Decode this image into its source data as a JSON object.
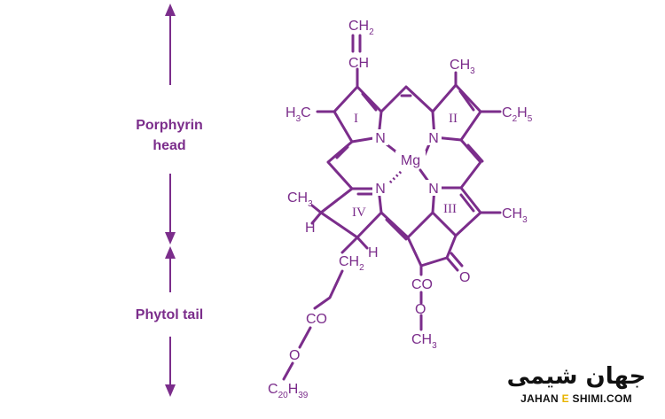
{
  "labels": {
    "porphyrin_line1": "Porphyrin",
    "porphyrin_line2": "head",
    "phytol": "Phytol tail"
  },
  "atoms": {
    "mg": "Mg",
    "n": "N",
    "ch": "CH",
    "c": "C",
    "h": "H",
    "o": "O",
    "co": "CO",
    "co_ester": "CO"
  },
  "subscripts": {
    "two": "2",
    "three": "3",
    "five": "5",
    "twenty": "20",
    "thirtynine": "39"
  },
  "rings": [
    "I",
    "II",
    "III",
    "IV"
  ],
  "logo": {
    "persian": "جهان شیمی",
    "latin_left": "JAHAN",
    "latin_e": "E",
    "latin_right": "SHIMI.COM"
  },
  "colors": {
    "accent": "#7b2d8b",
    "logo_e": "#e8b400"
  }
}
